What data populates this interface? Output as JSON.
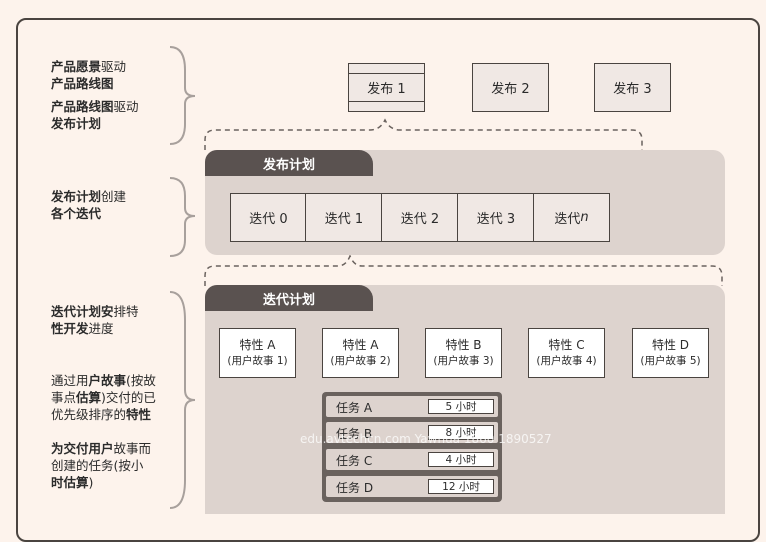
{
  "left_labels": {
    "l1": {
      "a_bold": "产品愿景",
      "a": "驱动",
      "b_bold": "产品路线图"
    },
    "l2": {
      "a_bold": "产品路线图",
      "a": "驱动",
      "b_bold": "发布计划"
    },
    "l3": {
      "a_bold": "发布计划",
      "a": "创建",
      "b_bold": "各个迭代"
    },
    "l4": {
      "a_bold": "迭代计划安",
      "a": "排特",
      "b_bold": "性开发",
      "b": "进度"
    },
    "l5": {
      "p1": "通过用",
      "p2_bold": "户故事",
      "p3": "(按故",
      "p4": "事点",
      "p5_bold": "估算",
      "p6": ")交付的已",
      "p7": "优先级排序的",
      "p8_bold": "特性"
    },
    "l6": {
      "p1_bold": "为交付用户",
      "p2": "故事而",
      "p3": "创建的任务",
      "p4": "(按小",
      "p5_bold": "时估算",
      "p6": ")"
    }
  },
  "releases": [
    "发布 1",
    "发布 2",
    "发布 3"
  ],
  "release_plan": {
    "title": "发布计划",
    "iterations": [
      "迭代 0",
      "迭代 1",
      "迭代 2",
      "迭代 3",
      "迭代 "
    ],
    "last_italic": "n"
  },
  "iteration_plan": {
    "title": "迭代计划",
    "features": [
      {
        "name": "特性 A",
        "story": "(用户故事 1)"
      },
      {
        "name": "特性 A",
        "story": "(用户故事 2)"
      },
      {
        "name": "特性 B",
        "story": "(用户故事 3)"
      },
      {
        "name": "特性 C",
        "story": "(用户故事 4)"
      },
      {
        "name": "特性 D",
        "story": "(用户故事 5)"
      }
    ],
    "tasks": [
      {
        "name": "任务 A",
        "hours": "5 小时"
      },
      {
        "name": "任务 B",
        "hours": "8 小时"
      },
      {
        "name": "任务 C",
        "hours": "4 小时"
      },
      {
        "name": "任务 D",
        "hours": "12 小时"
      }
    ]
  },
  "watermark": "edu.avtechcn.com Yawhua 1860 1890527"
}
